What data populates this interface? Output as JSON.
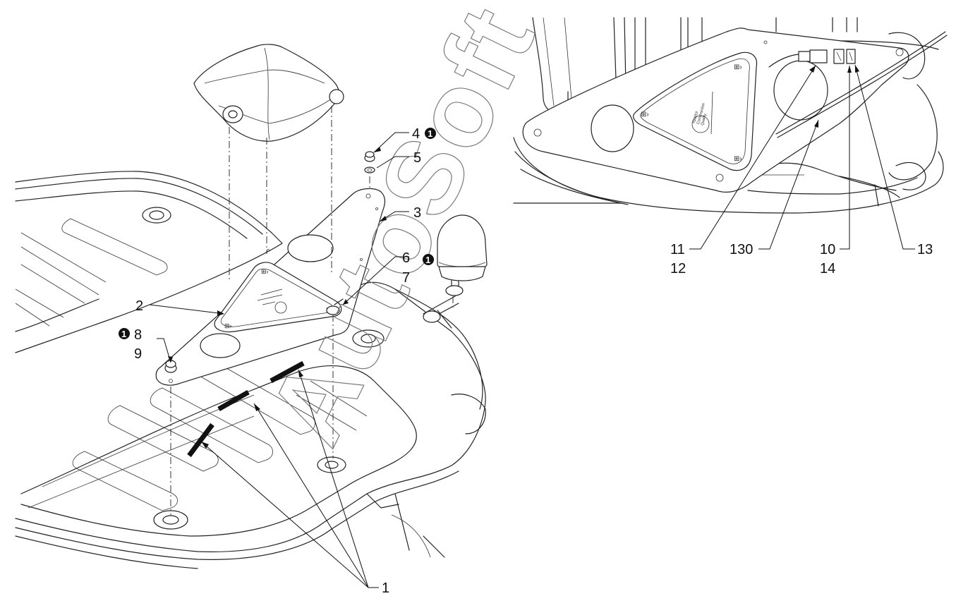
{
  "diagram": {
    "watermark": "AutoSoft",
    "callouts": [
      {
        "id": "c1",
        "text": "1"
      },
      {
        "id": "c2",
        "text": "2"
      },
      {
        "id": "c3",
        "text": "3"
      },
      {
        "id": "c4",
        "text": "4"
      },
      {
        "id": "c5",
        "text": "5"
      },
      {
        "id": "c6",
        "text": "6"
      },
      {
        "id": "c7",
        "text": "7"
      },
      {
        "id": "c8",
        "text": "8"
      },
      {
        "id": "c9",
        "text": "9"
      },
      {
        "id": "c10",
        "text": "10"
      },
      {
        "id": "c11",
        "text": "11"
      },
      {
        "id": "c12",
        "text": "12"
      },
      {
        "id": "c13",
        "text": "13"
      },
      {
        "id": "c14",
        "text": "14"
      },
      {
        "id": "c130",
        "text": "130"
      }
    ],
    "badge_text": "1",
    "plate_text": [
      "HARDI",
      "Construction",
      "Quality"
    ]
  }
}
